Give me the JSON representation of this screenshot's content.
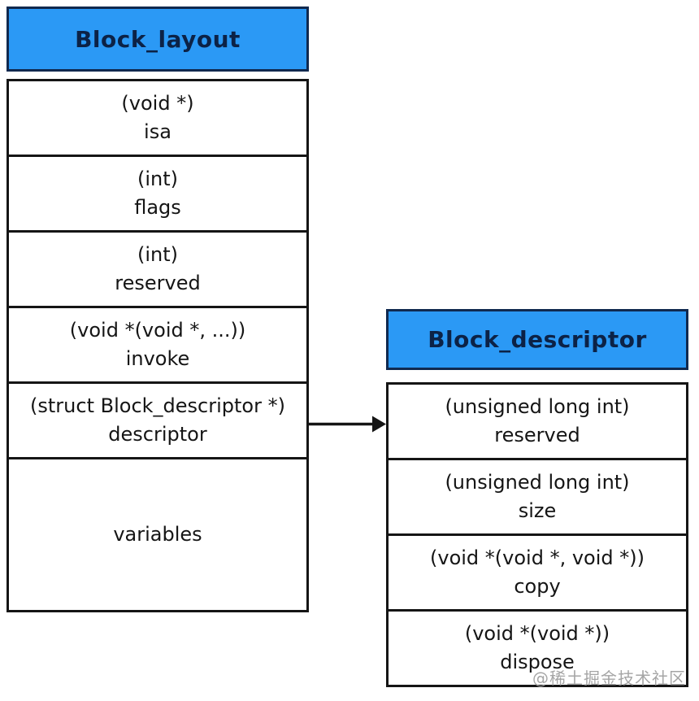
{
  "colors": {
    "header_fill": "#2b99f5",
    "header_border": "#10294f",
    "header_text": "#0c2246",
    "cell_border": "#151515",
    "cell_text": "#151515",
    "watermark_text": "#999999",
    "background": "#ffffff"
  },
  "block_layout": {
    "title": "Block_layout",
    "fields": [
      {
        "type": "(void *)",
        "name": "isa"
      },
      {
        "type": "(int)",
        "name": "flags"
      },
      {
        "type": "(int)",
        "name": "reserved"
      },
      {
        "type": "(void *(void *, ...))",
        "name": "invoke"
      },
      {
        "type": "(struct Block_descriptor *)",
        "name": "descriptor"
      },
      {
        "type": "",
        "name": "variables"
      }
    ]
  },
  "block_descriptor": {
    "title": "Block_descriptor",
    "fields": [
      {
        "type": "(unsigned long int)",
        "name": "reserved"
      },
      {
        "type": "(unsigned long int)",
        "name": "size"
      },
      {
        "type": "(void *(void *, void *))",
        "name": "copy"
      },
      {
        "type": "(void *(void *))",
        "name": "dispose"
      }
    ]
  },
  "arrow": {
    "from": "descriptor",
    "to": "Block_descriptor"
  },
  "watermark": "@稀土掘金技术社区"
}
